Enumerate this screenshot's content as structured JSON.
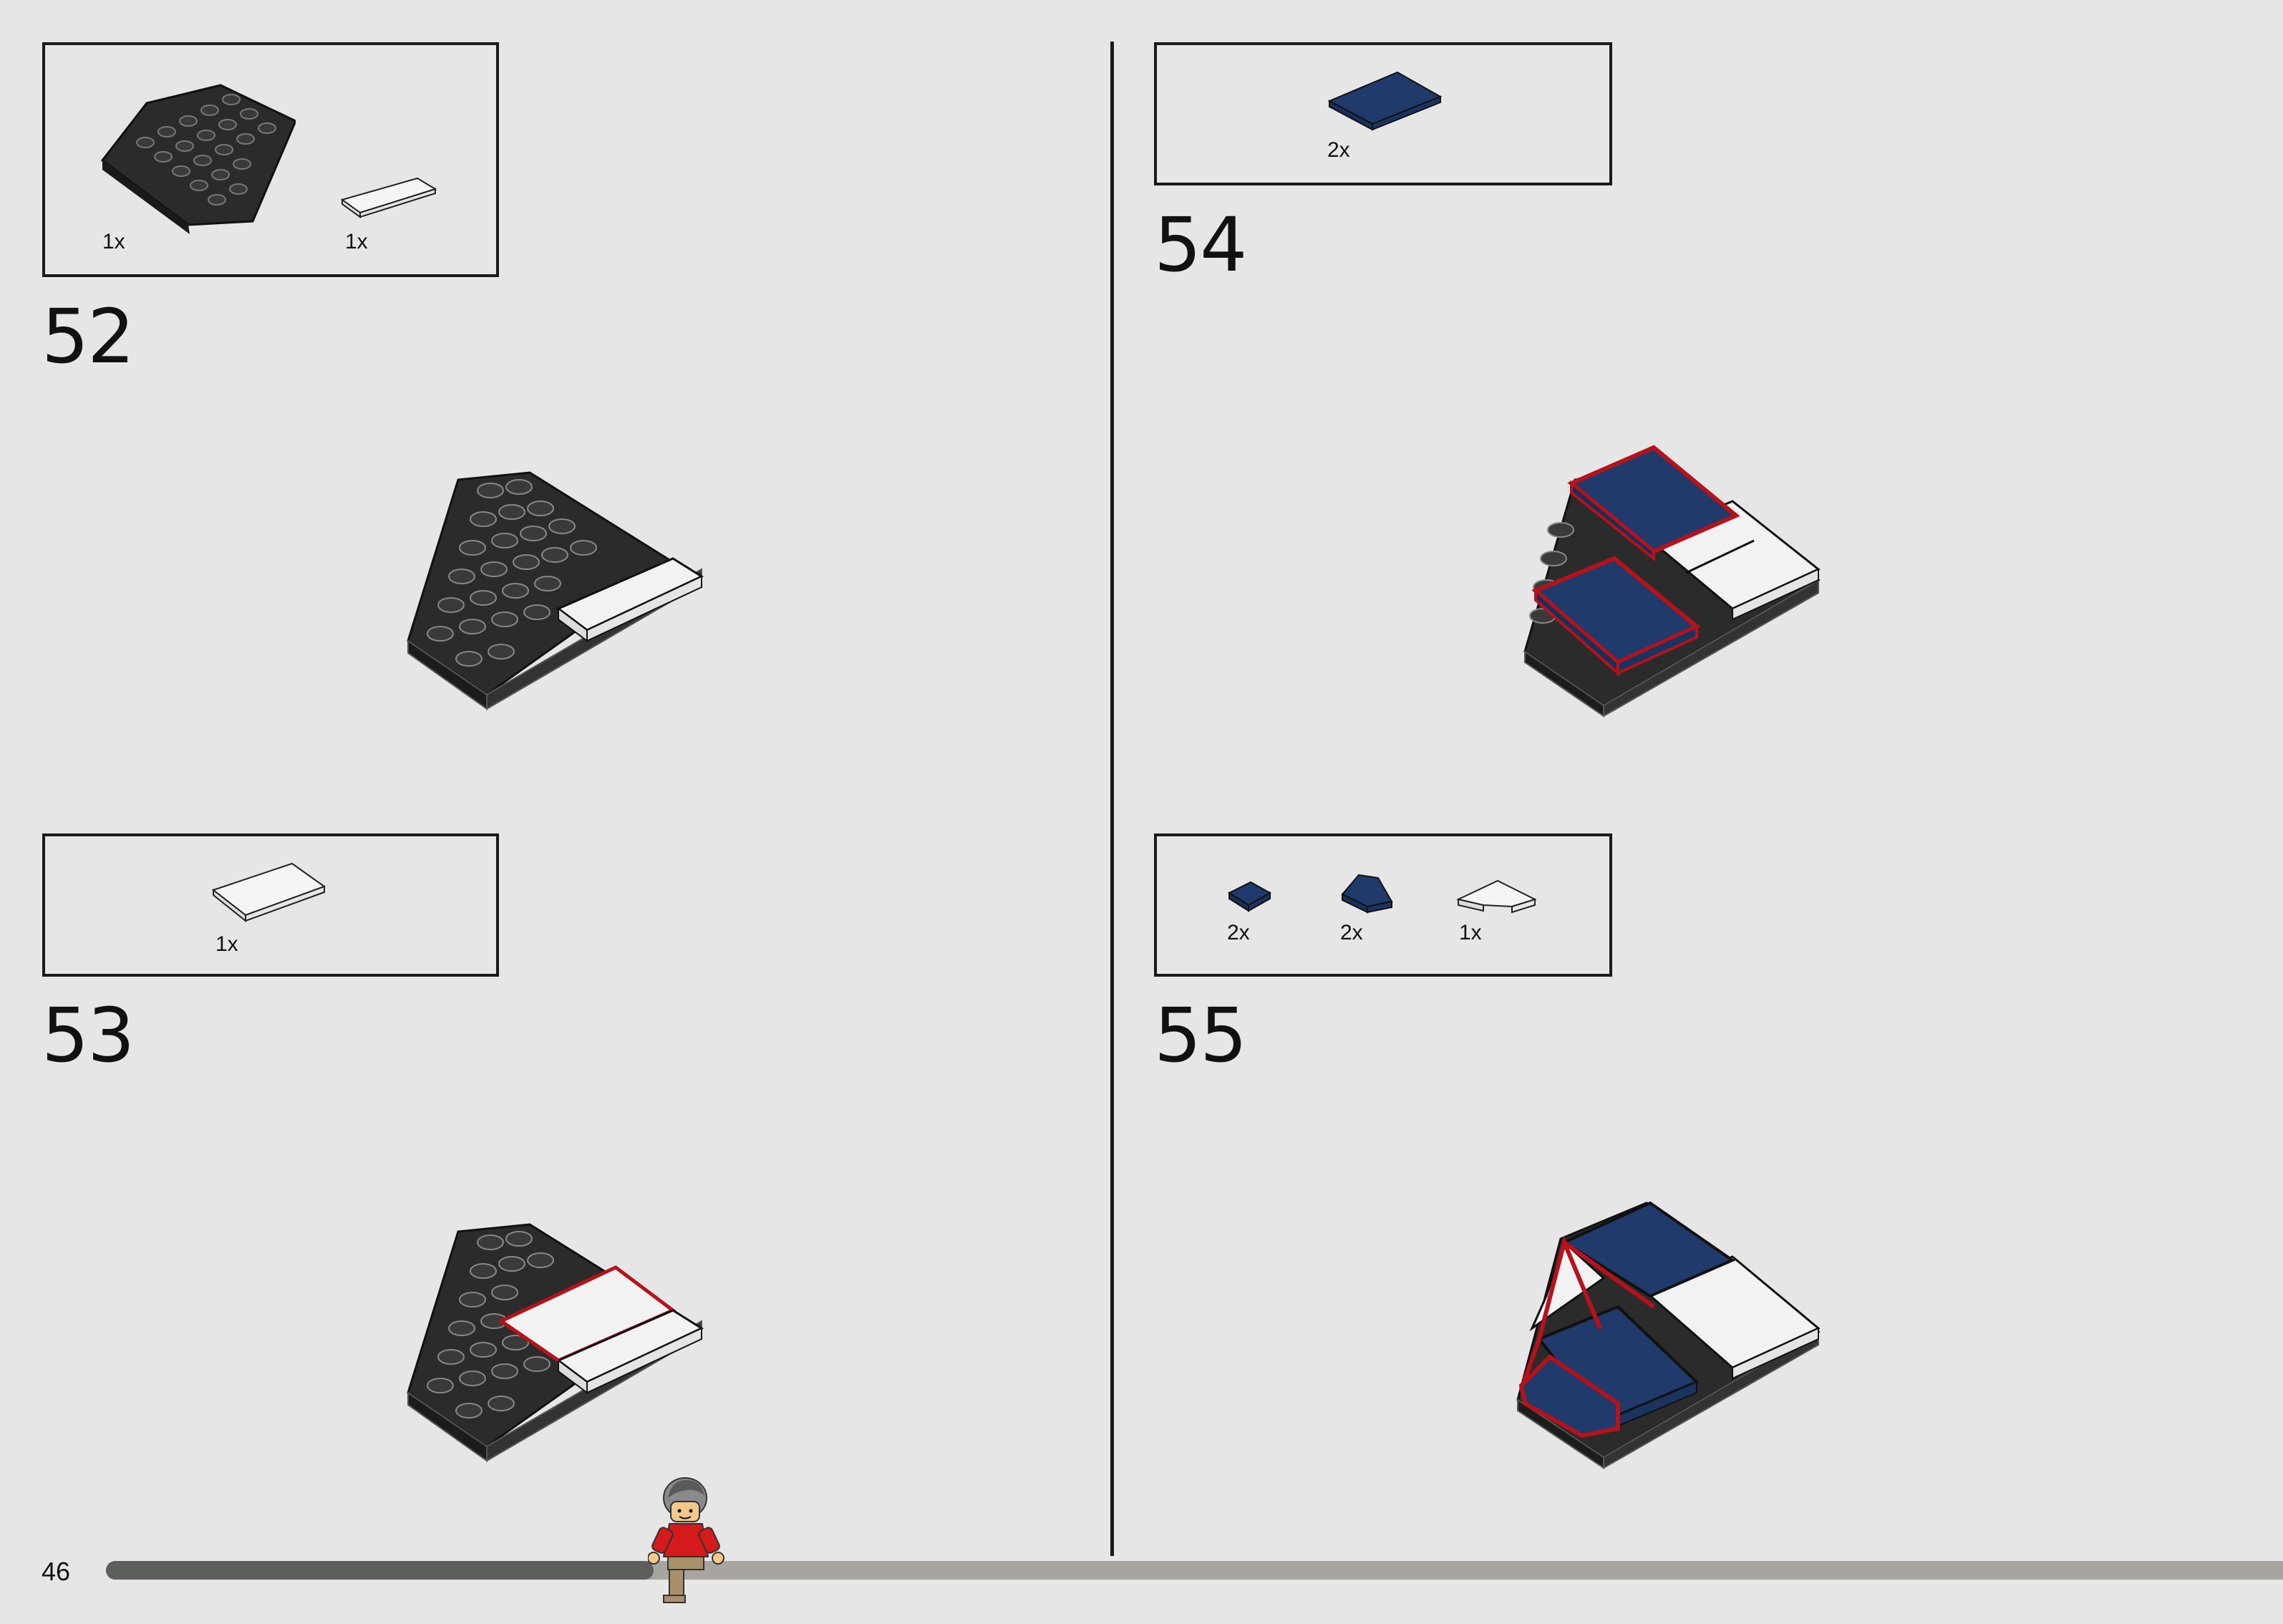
{
  "page": {
    "number": "46",
    "progress_fraction": 0.25
  },
  "colors": {
    "background": "#e6e6e6",
    "black_part": "#2b2b2b",
    "white_part": "#f2f2f2",
    "blue_part": "#1f3a6b",
    "highlight": "#b5121b",
    "progress_done": "#5c5f5c",
    "progress_todo": "#a8a4a0"
  },
  "steps": [
    {
      "number": "52",
      "parts": [
        {
          "name": "black-wedge-plate",
          "qty": "1x"
        },
        {
          "name": "white-tile",
          "qty": "1x"
        }
      ]
    },
    {
      "number": "53",
      "parts": [
        {
          "name": "white-tile",
          "qty": "1x"
        }
      ]
    },
    {
      "number": "54",
      "parts": [
        {
          "name": "blue-tile",
          "qty": "2x"
        }
      ]
    },
    {
      "number": "55",
      "parts": [
        {
          "name": "blue-tile-small",
          "qty": "2x"
        },
        {
          "name": "blue-wedge-tile",
          "qty": "2x"
        },
        {
          "name": "white-wedge-tile",
          "qty": "1x"
        }
      ]
    }
  ]
}
